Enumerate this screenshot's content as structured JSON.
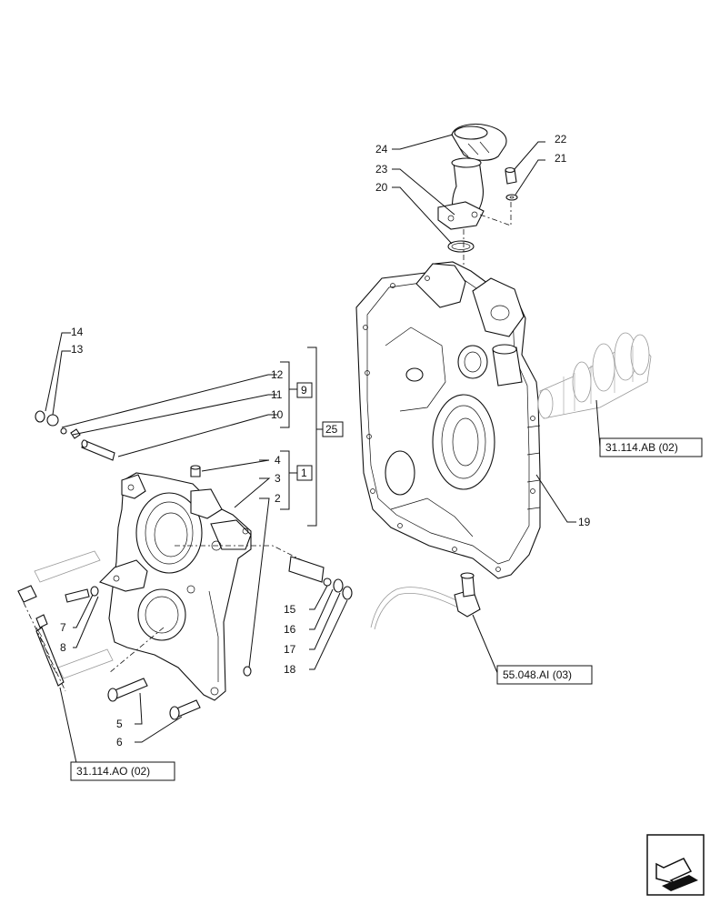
{
  "callouts": {
    "c1": "1",
    "c2": "2",
    "c3": "3",
    "c4": "4",
    "c5": "5",
    "c6": "6",
    "c7": "7",
    "c8": "8",
    "c9": "9",
    "c10": "10",
    "c11": "11",
    "c12": "12",
    "c13": "13",
    "c14": "14",
    "c15": "15",
    "c16": "16",
    "c17": "17",
    "c18": "18",
    "c19": "19",
    "c20": "20",
    "c21": "21",
    "c22": "22",
    "c23": "23",
    "c24": "24",
    "c25": "25"
  },
  "references": {
    "ref_ab": "31.114.AB (02)",
    "ref_ai": "55.048.AI (03)",
    "ref_ao": "31.114.AO (02)"
  },
  "icons": {
    "nav": "navigation-arrow-icon"
  }
}
